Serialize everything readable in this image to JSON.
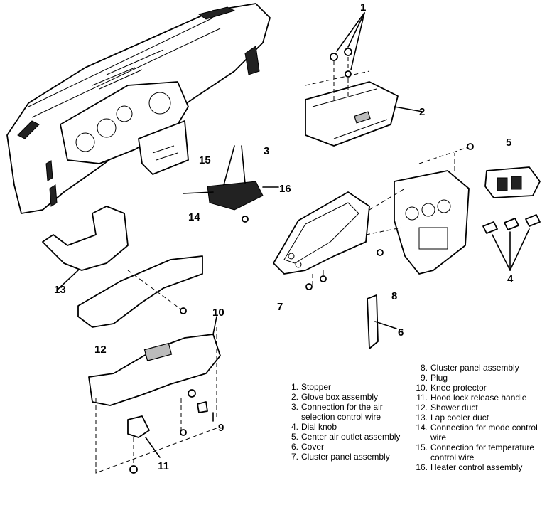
{
  "callouts": {
    "c1": "1",
    "c2": "2",
    "c3": "3",
    "c4": "4",
    "c5": "5",
    "c6": "6",
    "c7": "7",
    "c8": "8",
    "c9": "9",
    "c10": "10",
    "c11": "11",
    "c12": "12",
    "c13": "13",
    "c14": "14",
    "c15": "15",
    "c16": "16"
  },
  "legend": {
    "left": [
      {
        "num": "1.",
        "text": "Stopper"
      },
      {
        "num": "2.",
        "text": "Glove box assembly"
      },
      {
        "num": "3.",
        "text": "Connection for the air selection control wire"
      },
      {
        "num": "4.",
        "text": "Dial knob"
      },
      {
        "num": "5.",
        "text": "Center air outlet assembly"
      },
      {
        "num": "6.",
        "text": "Cover"
      },
      {
        "num": "7.",
        "text": "Cluster panel assembly"
      }
    ],
    "right": [
      {
        "num": "8.",
        "text": "Cluster panel assembly"
      },
      {
        "num": "9.",
        "text": "Plug"
      },
      {
        "num": "10.",
        "text": "Knee protector"
      },
      {
        "num": "11.",
        "text": "Hood lock release handle"
      },
      {
        "num": "12.",
        "text": "Shower duct"
      },
      {
        "num": "13.",
        "text": "Lap cooler duct"
      },
      {
        "num": "14.",
        "text": "Connection for mode control wire"
      },
      {
        "num": "15.",
        "text": "Connection for temperature control wire"
      },
      {
        "num": "16.",
        "text": "Heater control assembly"
      }
    ]
  }
}
